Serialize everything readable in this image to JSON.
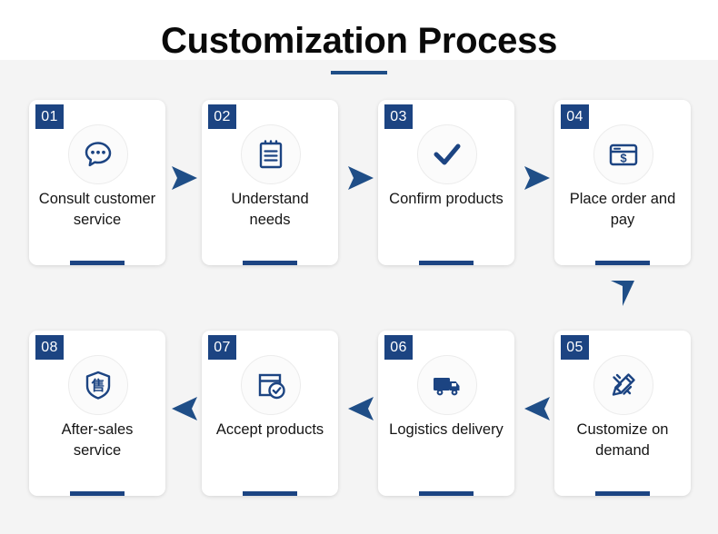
{
  "header": {
    "title": "Customization Process",
    "accent_color": "#1f4e87"
  },
  "theme": {
    "badge_color": "#1c4482",
    "icon_color": "#1c4482",
    "arrow_color": "#1f4e87",
    "page_background": "#f4f4f4",
    "card_background": "#ffffff",
    "label_color": "#151515"
  },
  "steps": [
    {
      "number": "01",
      "label": "Consult customer service",
      "icon": "chat-bubble-icon",
      "row": "top"
    },
    {
      "number": "02",
      "label": "Understand needs",
      "icon": "clipboard-icon",
      "row": "top"
    },
    {
      "number": "03",
      "label": "Confirm products",
      "icon": "check-icon",
      "row": "top"
    },
    {
      "number": "04",
      "label": "Place order and pay",
      "icon": "credit-card-dollar-icon",
      "row": "top"
    },
    {
      "number": "05",
      "label": "Customize on demand",
      "icon": "pen-ruler-icon",
      "row": "bottom"
    },
    {
      "number": "06",
      "label": "Logistics delivery",
      "icon": "delivery-truck-icon",
      "row": "bottom"
    },
    {
      "number": "07",
      "label": "Accept products",
      "icon": "box-check-icon",
      "row": "bottom"
    },
    {
      "number": "08",
      "label": "After-sales service",
      "icon": "shield-sale-icon",
      "row": "bottom"
    }
  ],
  "arrows": [
    {
      "direction": "right",
      "from": "01",
      "to": "02"
    },
    {
      "direction": "right",
      "from": "02",
      "to": "03"
    },
    {
      "direction": "right",
      "from": "03",
      "to": "04"
    },
    {
      "direction": "down",
      "from": "04",
      "to": "05"
    },
    {
      "direction": "left",
      "from": "05",
      "to": "06"
    },
    {
      "direction": "left",
      "from": "06",
      "to": "07"
    },
    {
      "direction": "left",
      "from": "07",
      "to": "08"
    }
  ]
}
